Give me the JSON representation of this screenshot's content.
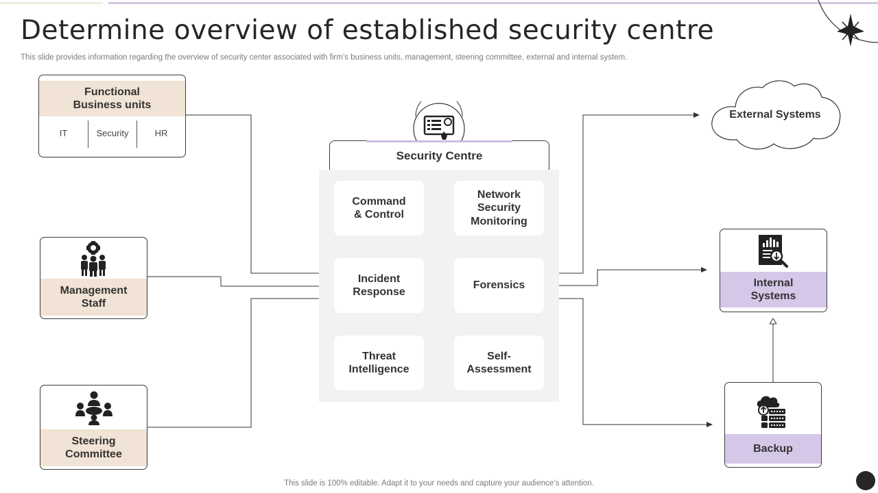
{
  "header": {
    "title": "Determine overview of established security centre",
    "subtitle": "This slide provides information regarding the overview of security center associated with firm’s business units, management, steering committee, external and internal system."
  },
  "footer": {
    "note": "This slide is 100% editable. Adapt it to your needs and capture your audience’s attention."
  },
  "left_nodes": {
    "functional_business_units": {
      "label": "Functional\nBusiness units",
      "items": [
        "IT",
        "Security",
        "HR"
      ]
    },
    "management_staff": {
      "label": "Management\nStaff",
      "icon": "management-gear-people-icon"
    },
    "steering_committee": {
      "label": "Steering\nCommittee",
      "icon": "meeting-table-people-icon"
    }
  },
  "security_centre": {
    "title": "Security Centre",
    "icon": "security-dashboard-monitor-icon",
    "components": {
      "command_control": "Command\n& Control",
      "network_security_monitoring": "Network\nSecurity\nMonitoring",
      "incident_response": "Incident\nResponse",
      "forensics": "Forensics",
      "threat_intelligence": "Threat\nIntelligence",
      "self_assessment": "Self-\nAssessment"
    }
  },
  "right_nodes": {
    "external_systems": {
      "label": "External Systems",
      "shape": "cloud"
    },
    "internal_systems": {
      "label": "Internal\nSystems",
      "icon": "report-chart-magnifier-icon"
    },
    "backup": {
      "label": "Backup",
      "icon": "cloud-server-upload-icon"
    }
  },
  "colors": {
    "beige": "#f1e3d5",
    "lavender": "#d5c7e8",
    "tan": "#d5a97a",
    "panel_grey": "#f2f2f2",
    "line": "#333333"
  }
}
